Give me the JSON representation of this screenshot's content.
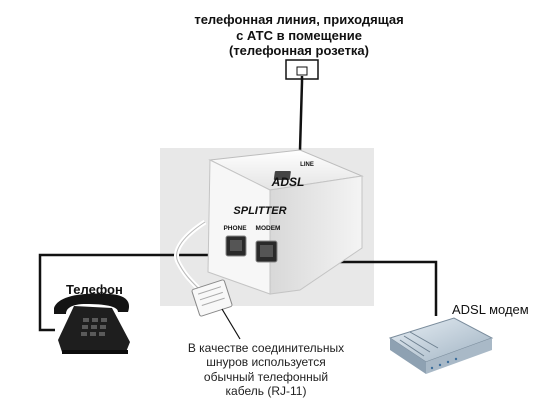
{
  "line_label": {
    "line1": "телефонная линия, приходящая",
    "line2": "с АТС в помещение",
    "line3": "(телефонная розетка)"
  },
  "splitter": {
    "line_port": "LINE",
    "brand_1": "ADSL",
    "brand_2": "SPLITTER",
    "phone_port": "PHONE",
    "modem_port": "MODEM"
  },
  "phone_label": "Телефон",
  "modem_label": "ADSL модем",
  "cable_note": {
    "line1": "В качестве соединительных",
    "line2": "шнуров используется",
    "line3": "обычный телефонный",
    "line4": "кабель (RJ-11)"
  },
  "colors": {
    "wire": "#111111",
    "splitter_body": "#f2f2f2",
    "backdrop": "#e6e6e6",
    "phone_body": "#1e1e1e",
    "modem_body": "#bfcbd6"
  }
}
